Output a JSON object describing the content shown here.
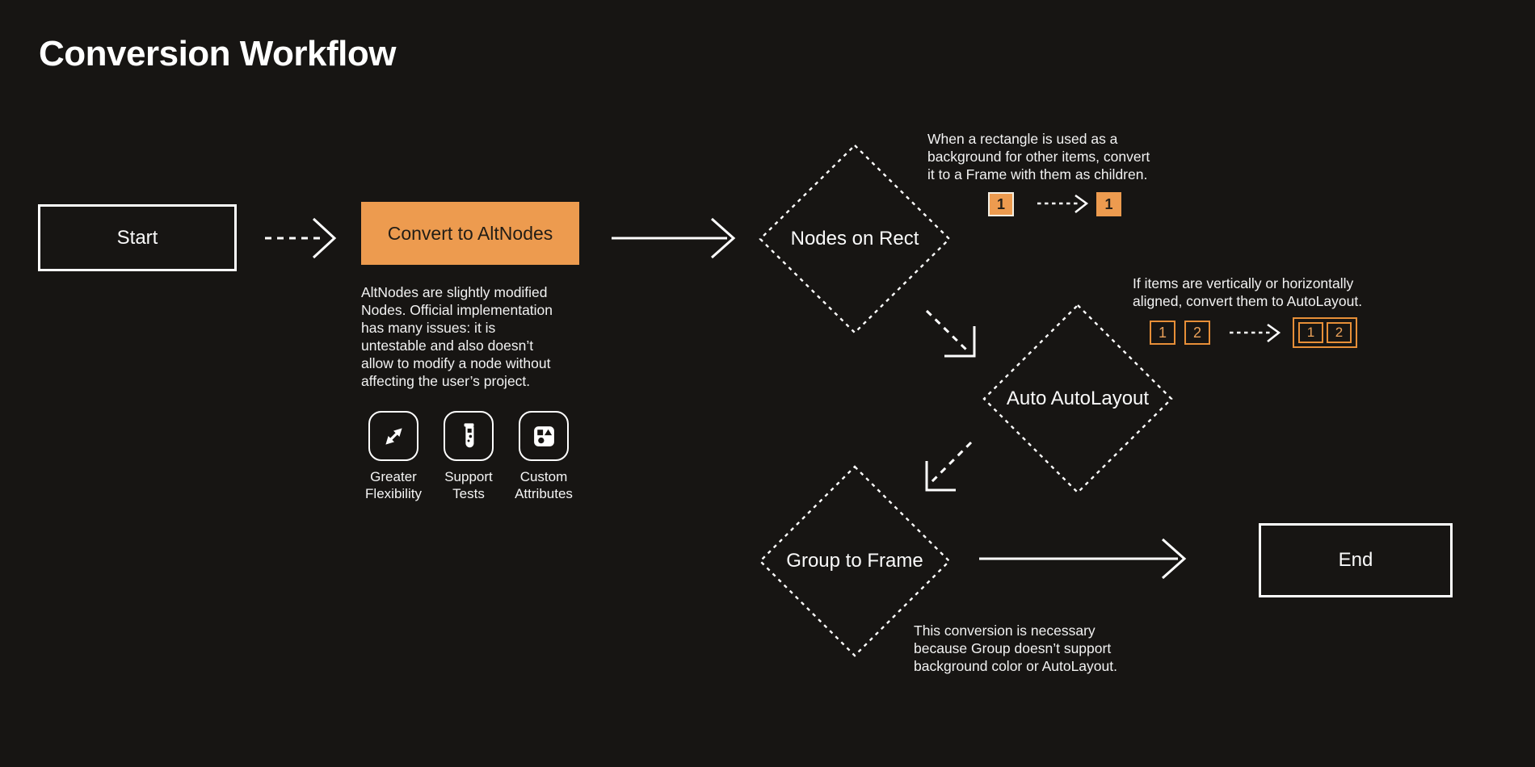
{
  "page": {
    "title": "Conversion Workflow"
  },
  "colors": {
    "background": "#171513",
    "foreground": "#FFFFFF",
    "accent_orange_fill": "#ED9B4F",
    "accent_orange_border": "#E78F38",
    "accent_orange_text": "#ECA25A",
    "dark_text_on_orange": "#221D16"
  },
  "nodes": {
    "start": {
      "label": "Start"
    },
    "convert": {
      "label": "Convert to AltNodes",
      "description": "AltNodes are slightly modified\nNodes. Official implementation\nhas many issues: it is\nuntestable and also doesn’t\nallow to modify a node without\naffecting the user’s project."
    },
    "nodes_on_rect": {
      "label": "Nodes on Rect",
      "note": "When a rectangle is used as a\nbackground for other items, convert\nit to a Frame with them as children."
    },
    "auto_autolayout": {
      "label": "Auto AutoLayout",
      "note": "If items are vertically or horizontally\naligned, convert them to AutoLayout."
    },
    "group_to_frame": {
      "label": "Group to Frame",
      "note": "This conversion is necessary\nbecause Group doesn’t support\nbackground color or AutoLayout."
    },
    "end": {
      "label": "End"
    }
  },
  "features": [
    {
      "icon": "expand-arrows-icon",
      "label": "Greater\nFlexibility"
    },
    {
      "icon": "test-tube-icon",
      "label": "Support\nTests"
    },
    {
      "icon": "shapes-icon",
      "label": "Custom\nAttributes"
    }
  ],
  "mini_diagrams": {
    "rect_to_frame": {
      "before": "1",
      "after": "1"
    },
    "autolayout": {
      "before_1": "1",
      "before_2": "2",
      "after_1": "1",
      "after_2": "2"
    }
  }
}
